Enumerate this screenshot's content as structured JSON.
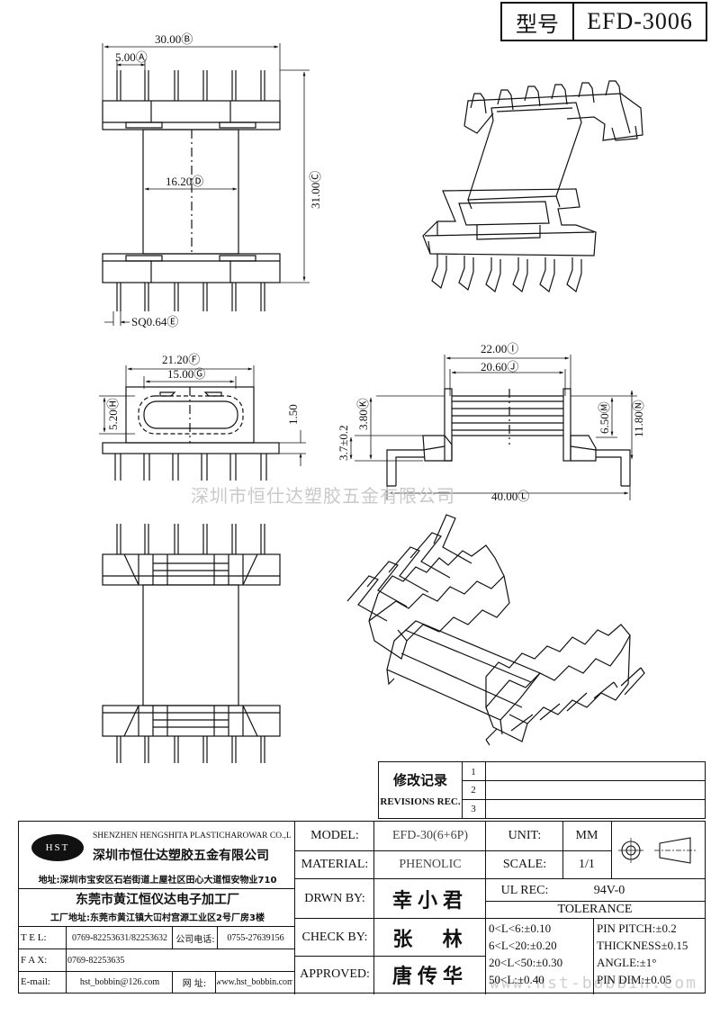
{
  "title_block": {
    "model_label_cn": "型号",
    "model_no": "EFD-3006"
  },
  "dims": {
    "a": "30.00Ⓑ",
    "b": "5.00Ⓐ",
    "c": "31.00Ⓒ",
    "d": "16.20Ⓓ",
    "e": "SQ0.64Ⓔ",
    "f": "21.20Ⓕ",
    "g": "15.00Ⓖ",
    "h": "5.20Ⓗ",
    "h2": "1.50",
    "i": "22.00Ⓘ",
    "j": "20.60Ⓙ",
    "k": "3.80Ⓚ",
    "k2": "3.7±0.2",
    "m": "6.50Ⓜ",
    "n": "11.80Ⓝ",
    "l": "40.00Ⓛ"
  },
  "watermark": {
    "company_cn": "深圳市恒仕达塑胶五金有限公司",
    "site": "www.hst-bobbin.com"
  },
  "revisions": {
    "label_cn": "修改记录",
    "label_en": "REVISIONS REC.",
    "marks": [
      "1",
      "2",
      "3"
    ]
  },
  "company": {
    "logo_text": "HST",
    "name_en": "SHENZHEN HENGSHITA PLASTICHAROWAR CO.,LTD",
    "name_cn": "深圳市恒仕达塑胶五金有限公司",
    "address": "地址:深圳市宝安区石岩街道上屋社区田心大道恒安物业710",
    "factory_cn": "东莞市黄江恒仪达电子加工厂",
    "factory_address": "工厂地址:东莞市黄江镇大冚村宫源工业区2号厂房3楼"
  },
  "contact": {
    "tel_label": "T E L:",
    "tel_value": "0769-82253631/82253632",
    "company_tel_label": "公司电话:",
    "company_tel_value": "0755-27639156",
    "fax_label": "F A X:",
    "fax_value": "0769-82253635",
    "email_label": "E-mail:",
    "email_value": "hst_bobbin@126.com",
    "web_label": "网 址:",
    "web_value": "www.hst_bobbin.com"
  },
  "specs": {
    "model_label": "MODEL:",
    "model_value": "EFD-30(6+6P)",
    "material_label": "MATERIAL:",
    "material_value": "PHENOLIC",
    "drawn_label": "DRWN BY:",
    "drawn_value": "幸小君",
    "check_label": "CHECK BY:",
    "check_value": "张  林",
    "approved_label": "APPROVED:",
    "approved_value": "唐传华",
    "unit_label": "UNIT:",
    "unit_value": "MM",
    "scale_label": "SCALE:",
    "scale_value": "1/1",
    "ul_label": "UL REC:",
    "ul_value": "94V-0",
    "tolerance_label": "TOLERANCE"
  },
  "tolerance": {
    "left": [
      "0<L<6:±0.10",
      "6<L<20:±0.20",
      "20<L<50:±0.30",
      "50<L:±0.40"
    ],
    "right": [
      "PIN PITCH:±0.2",
      "THICKNESS±0.15",
      "ANGLE:±1°",
      "PIN DIM:±0.05"
    ]
  }
}
